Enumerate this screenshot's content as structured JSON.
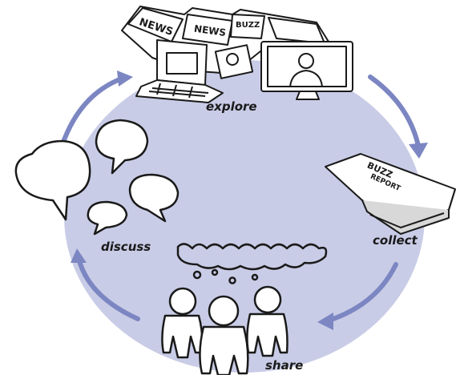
{
  "stages": {
    "explore": "explore",
    "collect": "collect",
    "discuss": "discuss",
    "share": "share"
  },
  "report_book": {
    "title_line1": "BUZZ",
    "title_line2": "REPORT"
  },
  "newspapers": {
    "paper1": "NEWS",
    "paper2": "NEWS",
    "paper3": "BUZZ"
  },
  "colors": {
    "cycle_fill": "#c9cce6",
    "arrow": "#7c86c2",
    "ink": "#1a1a1a"
  }
}
